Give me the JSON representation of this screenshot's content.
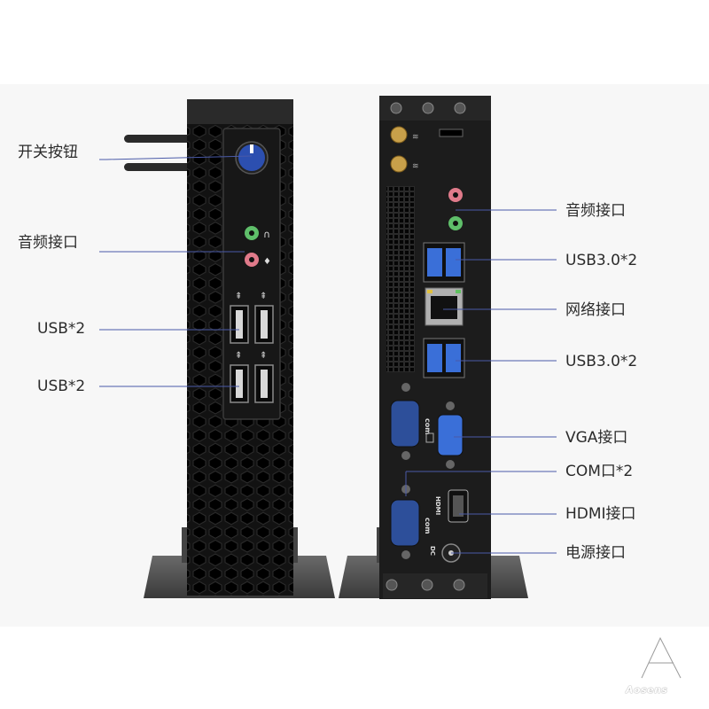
{
  "front_labels": [
    {
      "id": "power",
      "text": "开关按钮"
    },
    {
      "id": "audio",
      "text": "音频接口"
    },
    {
      "id": "usb_a",
      "text": "USB*2"
    },
    {
      "id": "usb_b",
      "text": "USB*2"
    }
  ],
  "rear_labels": [
    {
      "id": "audio",
      "text": "音频接口"
    },
    {
      "id": "usb3_a",
      "text": "USB3.0*2"
    },
    {
      "id": "lan",
      "text": "网络接口"
    },
    {
      "id": "usb3_b",
      "text": "USB3.0*2"
    },
    {
      "id": "vga",
      "text": "VGA接口"
    },
    {
      "id": "com",
      "text": "COM口*2"
    },
    {
      "id": "hdmi",
      "text": "HDMI接口"
    },
    {
      "id": "power",
      "text": "电源接口"
    }
  ],
  "port_markings": {
    "com_1": "com",
    "com_2": "com",
    "hdmi": "HDMI",
    "dc": "DC"
  },
  "watermark": "Aosens",
  "colors": {
    "background_band": "#f7f7f7",
    "case_body": "#1c1c1c",
    "usb3_blue": "#3a6fd8",
    "power_button_blue": "#2c4fb0",
    "audio_green": "#5fbf6a",
    "audio_pink": "#e07a8a",
    "leader_line": "#4a5aa8"
  }
}
